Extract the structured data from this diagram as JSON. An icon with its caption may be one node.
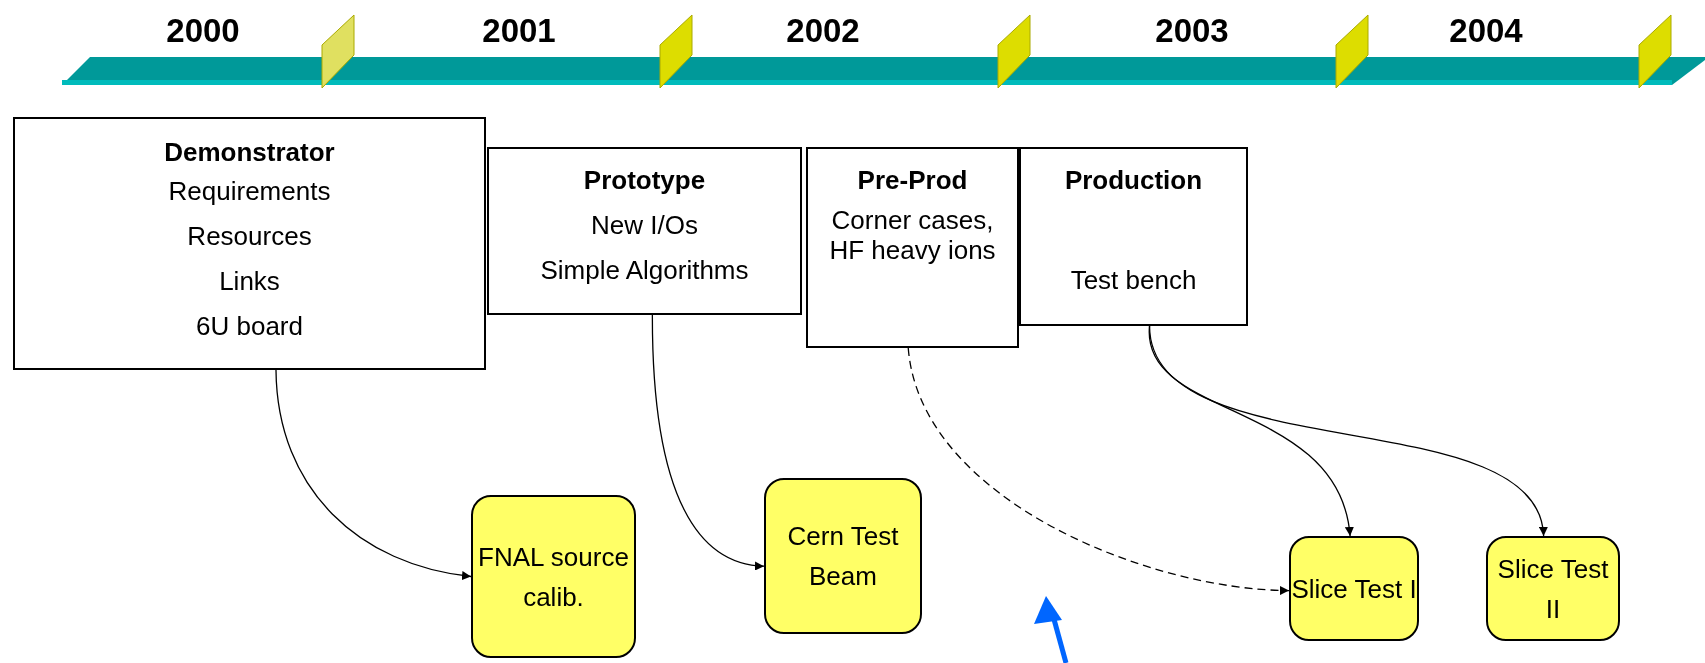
{
  "diagram": {
    "nodes": [
      {
        "text": [
          "Demonstrator",
          "Requirements",
          "Resources",
          "Links",
          "6U board"
        ]
      },
      {
        "text": [
          "Prototype",
          "New I/Os",
          "Simple Algorithms"
        ]
      },
      {
        "text": [
          "Pre-Prod",
          "Corner cases, HF heavy ions"
        ]
      },
      {
        "text": [
          "Production",
          "Test bench"
        ]
      },
      {
        "text": [
          "FNAL source calib."
        ]
      },
      {
        "text": [
          "Cern Test Beam"
        ]
      },
      {
        "text": [
          "Slice Test I"
        ]
      },
      {
        "text": [
          "Slice Test II"
        ]
      }
    ],
    "edges": [
      {
        "from": 0,
        "to": 4,
        "arrow": "to"
      },
      {
        "from": 1,
        "to": 5,
        "arrow": "to"
      },
      {
        "from": 2,
        "to": 6,
        "arrow": "to",
        "style": "dashed"
      },
      {
        "from": 3,
        "to": 6,
        "arrow": "to"
      },
      {
        "from": 3,
        "to": 7,
        "arrow": "to"
      }
    ],
    "labels": [
      "2000",
      "2001",
      "2002",
      "2003",
      "2004"
    ]
  }
}
